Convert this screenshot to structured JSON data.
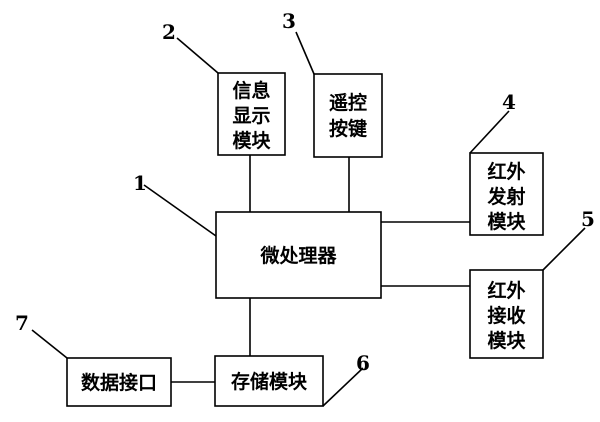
{
  "blocks": {
    "micro": {
      "number": "1",
      "lines": [
        "微处理器"
      ]
    },
    "display": {
      "number": "2",
      "lines": [
        "信息",
        "显示",
        "模块"
      ]
    },
    "remote": {
      "number": "3",
      "lines": [
        "遥控",
        "按键"
      ]
    },
    "ir_tx": {
      "number": "4",
      "lines": [
        "红外",
        "发射",
        "模块"
      ]
    },
    "ir_rx": {
      "number": "5",
      "lines": [
        "红外",
        "接收",
        "模块"
      ]
    },
    "storage": {
      "number": "6",
      "lines": [
        "存储模块"
      ]
    },
    "data_if": {
      "number": "7",
      "lines": [
        "数据接口"
      ]
    }
  }
}
